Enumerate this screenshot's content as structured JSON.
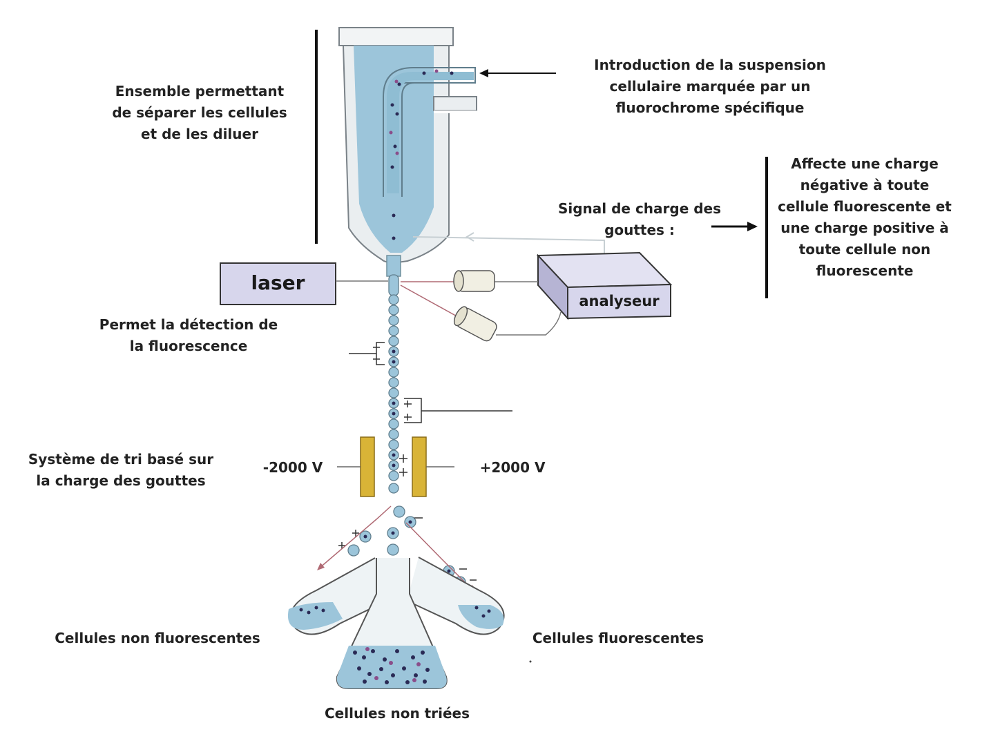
{
  "labels": {
    "ensemble": [
      "Ensemble permettant",
      "de séparer les cellules",
      "et de les diluer"
    ],
    "introduction": [
      "Introduction de la suspension",
      "cellulaire marquée par un",
      "fluorochrome spécifique"
    ],
    "signal": [
      "Signal de charge des",
      "gouttes :"
    ],
    "affecte": [
      "Affecte une charge",
      "négative à toute",
      "cellule fluorescente et",
      "une charge positive à",
      "toute cellule non",
      "fluorescente"
    ],
    "laser": "laser",
    "analyseur": "analyseur",
    "detection": [
      "Permet la détection de",
      "la fluorescence"
    ],
    "tri": [
      "Système de tri basé sur",
      "la charge des gouttes"
    ],
    "minus_voltage": "-2000 V",
    "plus_voltage": "+2000 V",
    "non_fluo": "Cellules non fluorescentes",
    "fluo": "Cellules fluorescentes",
    "non_triees": "Cellules non triées"
  },
  "colors": {
    "fluid": "#9cc5da",
    "fluid_dark": "#6fa3bd",
    "nozzle_wall": "#e8eef2",
    "box_fill": "#d7d6ec",
    "box_dark": "#b6b4d4",
    "plate": "#d9b437",
    "arrow_red": "#b06a74",
    "cell_dot": "#2a2a55",
    "cell_purple": "#8a4d8a"
  }
}
